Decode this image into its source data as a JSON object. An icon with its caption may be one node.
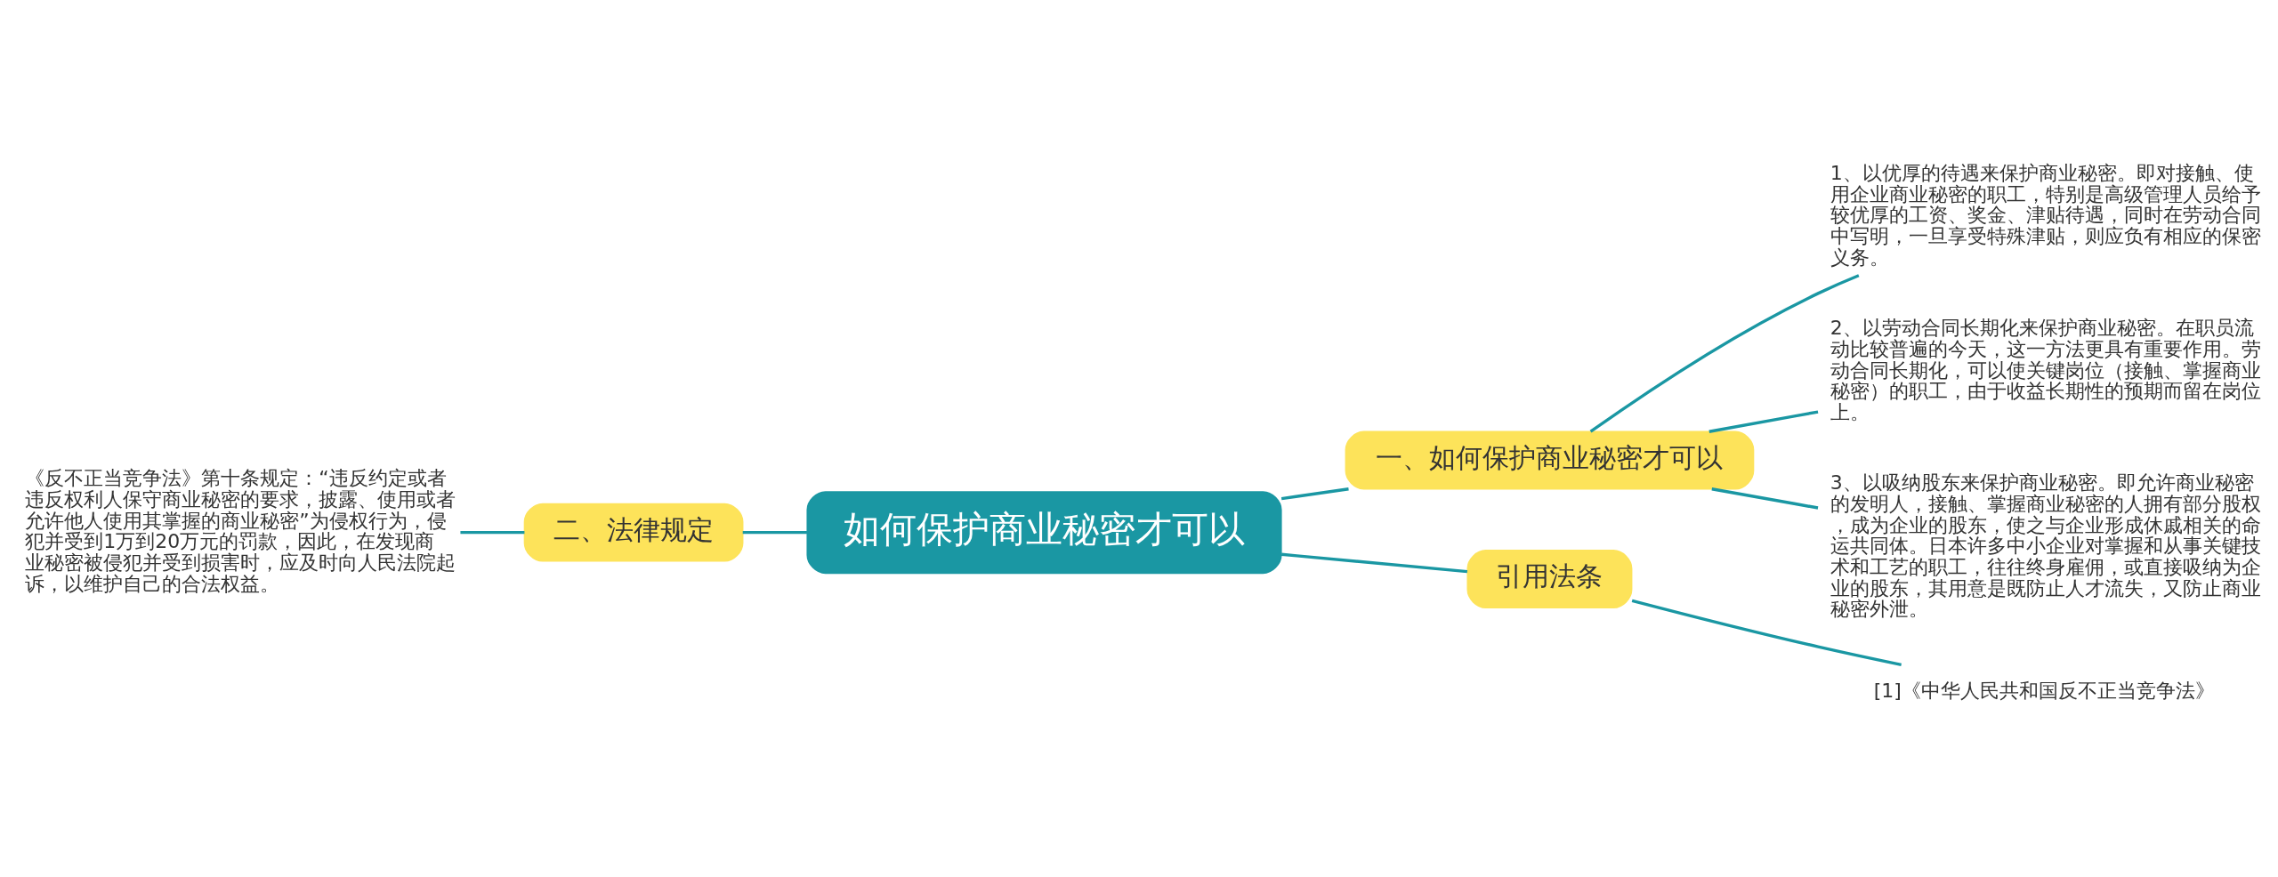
{
  "diagram": {
    "nodes": [
      {
        "text": [
          "如何保护商业秘密才可以"
        ]
      },
      {
        "text": [
          "一、如何保护商业秘密才可以"
        ]
      },
      {
        "text": [
          "1、以优厚的待遇来保护商业秘密。即对接触、使用企业商业秘密的职工，特别是高级管理人员给予较优厚的工资、奖金、津贴待遇，同时在劳动合同中写明，一旦享受特殊津贴，则应负有相应的保密义务。"
        ]
      },
      {
        "text": [
          "2、以劳动合同长期化来保护商业秘密。在职员流动比较普遍的今天，这一方法更具有重要作用。劳动合同长期化，可以使关键岗位（接触、掌握商业秘密）的职工，由于收益长期性的预期而留在岗位上。"
        ]
      },
      {
        "text": [
          "3、以吸纳股东来保护商业秘密。即允许商业秘密的发明人，接触、掌握商业秘密的人拥有部分股权，成为企业的股东，使之与企业形成休戚相关的命运共同体。日本许多中小企业对掌握和从事关键技术和工艺的职工，往往终身雇佣，或直接吸纳为企业的股东，其用意是既防止人才流失，又防止商业秘密外泄。"
        ]
      },
      {
        "text": [
          "二、法律规定"
        ]
      },
      {
        "text": [
          "《反不正当竞争法》第十条规定：“违反约定或者违反权利人保守商业秘密的要求，披露、使用或者允许他人使用其掌握的商业秘密”为侵权行为，侵犯并受到1万到20万元的罚款，因此，在发现商业秘密被侵犯并受到损害时，应及时向人民法院起诉，以维护自己的合法权益。"
        ]
      },
      {
        "text": [
          "引用法条"
        ]
      },
      {
        "text": [
          "[1]《中华人民共和国反不正当竞争法》"
        ]
      }
    ],
    "edges": [
      {
        "from": 0,
        "to": 1,
        "arrow": "none"
      },
      {
        "from": 1,
        "to": 2,
        "arrow": "none"
      },
      {
        "from": 1,
        "to": 3,
        "arrow": "none"
      },
      {
        "from": 1,
        "to": 4,
        "arrow": "none"
      },
      {
        "from": 6,
        "to": 5,
        "arrow": "none"
      },
      {
        "from": 5,
        "to": 0,
        "arrow": "none"
      },
      {
        "from": 0,
        "to": 7,
        "arrow": "none"
      },
      {
        "from": 7,
        "to": 8,
        "arrow": "none"
      }
    ]
  }
}
